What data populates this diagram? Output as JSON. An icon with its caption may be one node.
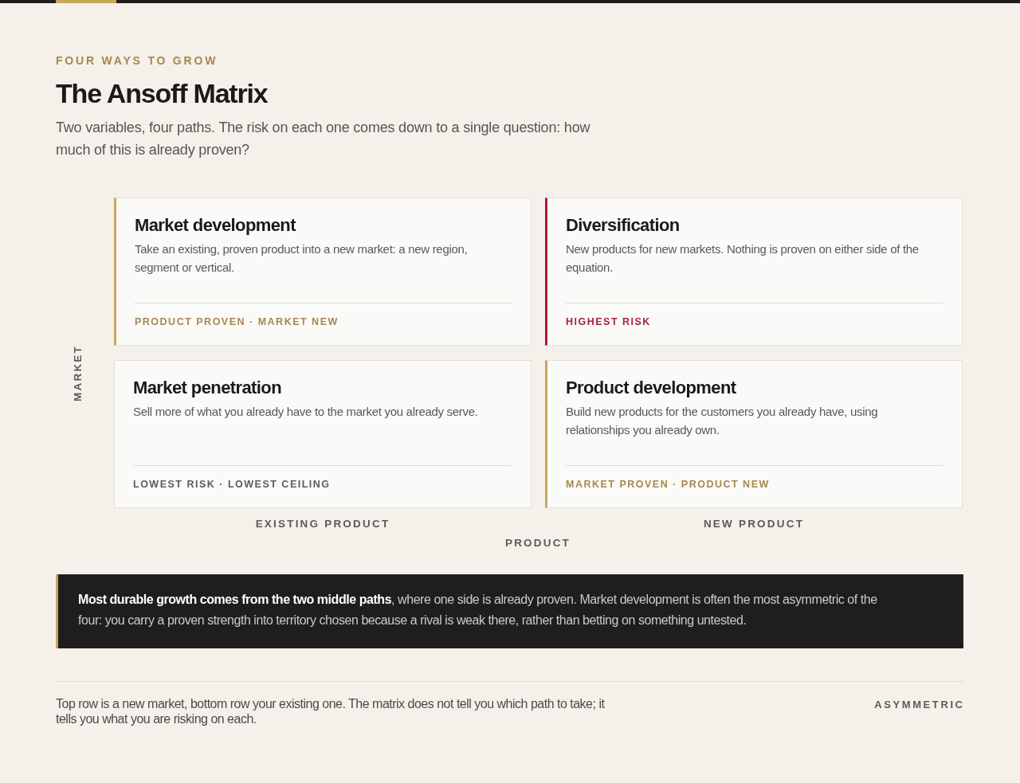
{
  "diagram": {
    "title": "The Ansoff Matrix",
    "caption": "Top row is a new market, bottom row your existing one. The matrix does not tell you which path to take; it tells you what you are risking on each.",
    "nodes": [
      {
        "text": [
          "Market development",
          "Take an existing, proven product into a new market: a new region, segment or vertical.",
          "PRODUCT PROVEN · MARKET NEW"
        ]
      },
      {
        "text": [
          "Diversification",
          "New products for new markets. Nothing is proven on either side of the equation.",
          "HIGHEST RISK"
        ]
      },
      {
        "text": [
          "Market penetration",
          "Sell more of what you already have to the market you already serve.",
          "LOWEST RISK · LOWEST CEILING"
        ]
      },
      {
        "text": [
          "Product development",
          "Build new products for the customers you already have, using relationships you already own.",
          "MARKET PROVEN · PRODUCT NEW"
        ]
      },
      {
        "text": [
          "**Most durable growth comes from the two middle paths**, where one side is already proven. Market development is often the most asymmetric of the four: you carry a proven strength into territory chosen because a rival is weak there, rather than betting on something untested."
        ]
      }
    ],
    "labels": [
      "FOUR WAYS TO GROW",
      "Two variables, four paths. The risk on each one comes down to a single question: how much of this is already proven?",
      "MARKET",
      "EXISTING PRODUCT",
      "NEW PRODUCT",
      "PRODUCT",
      "ASYMMETRIC"
    ]
  }
}
